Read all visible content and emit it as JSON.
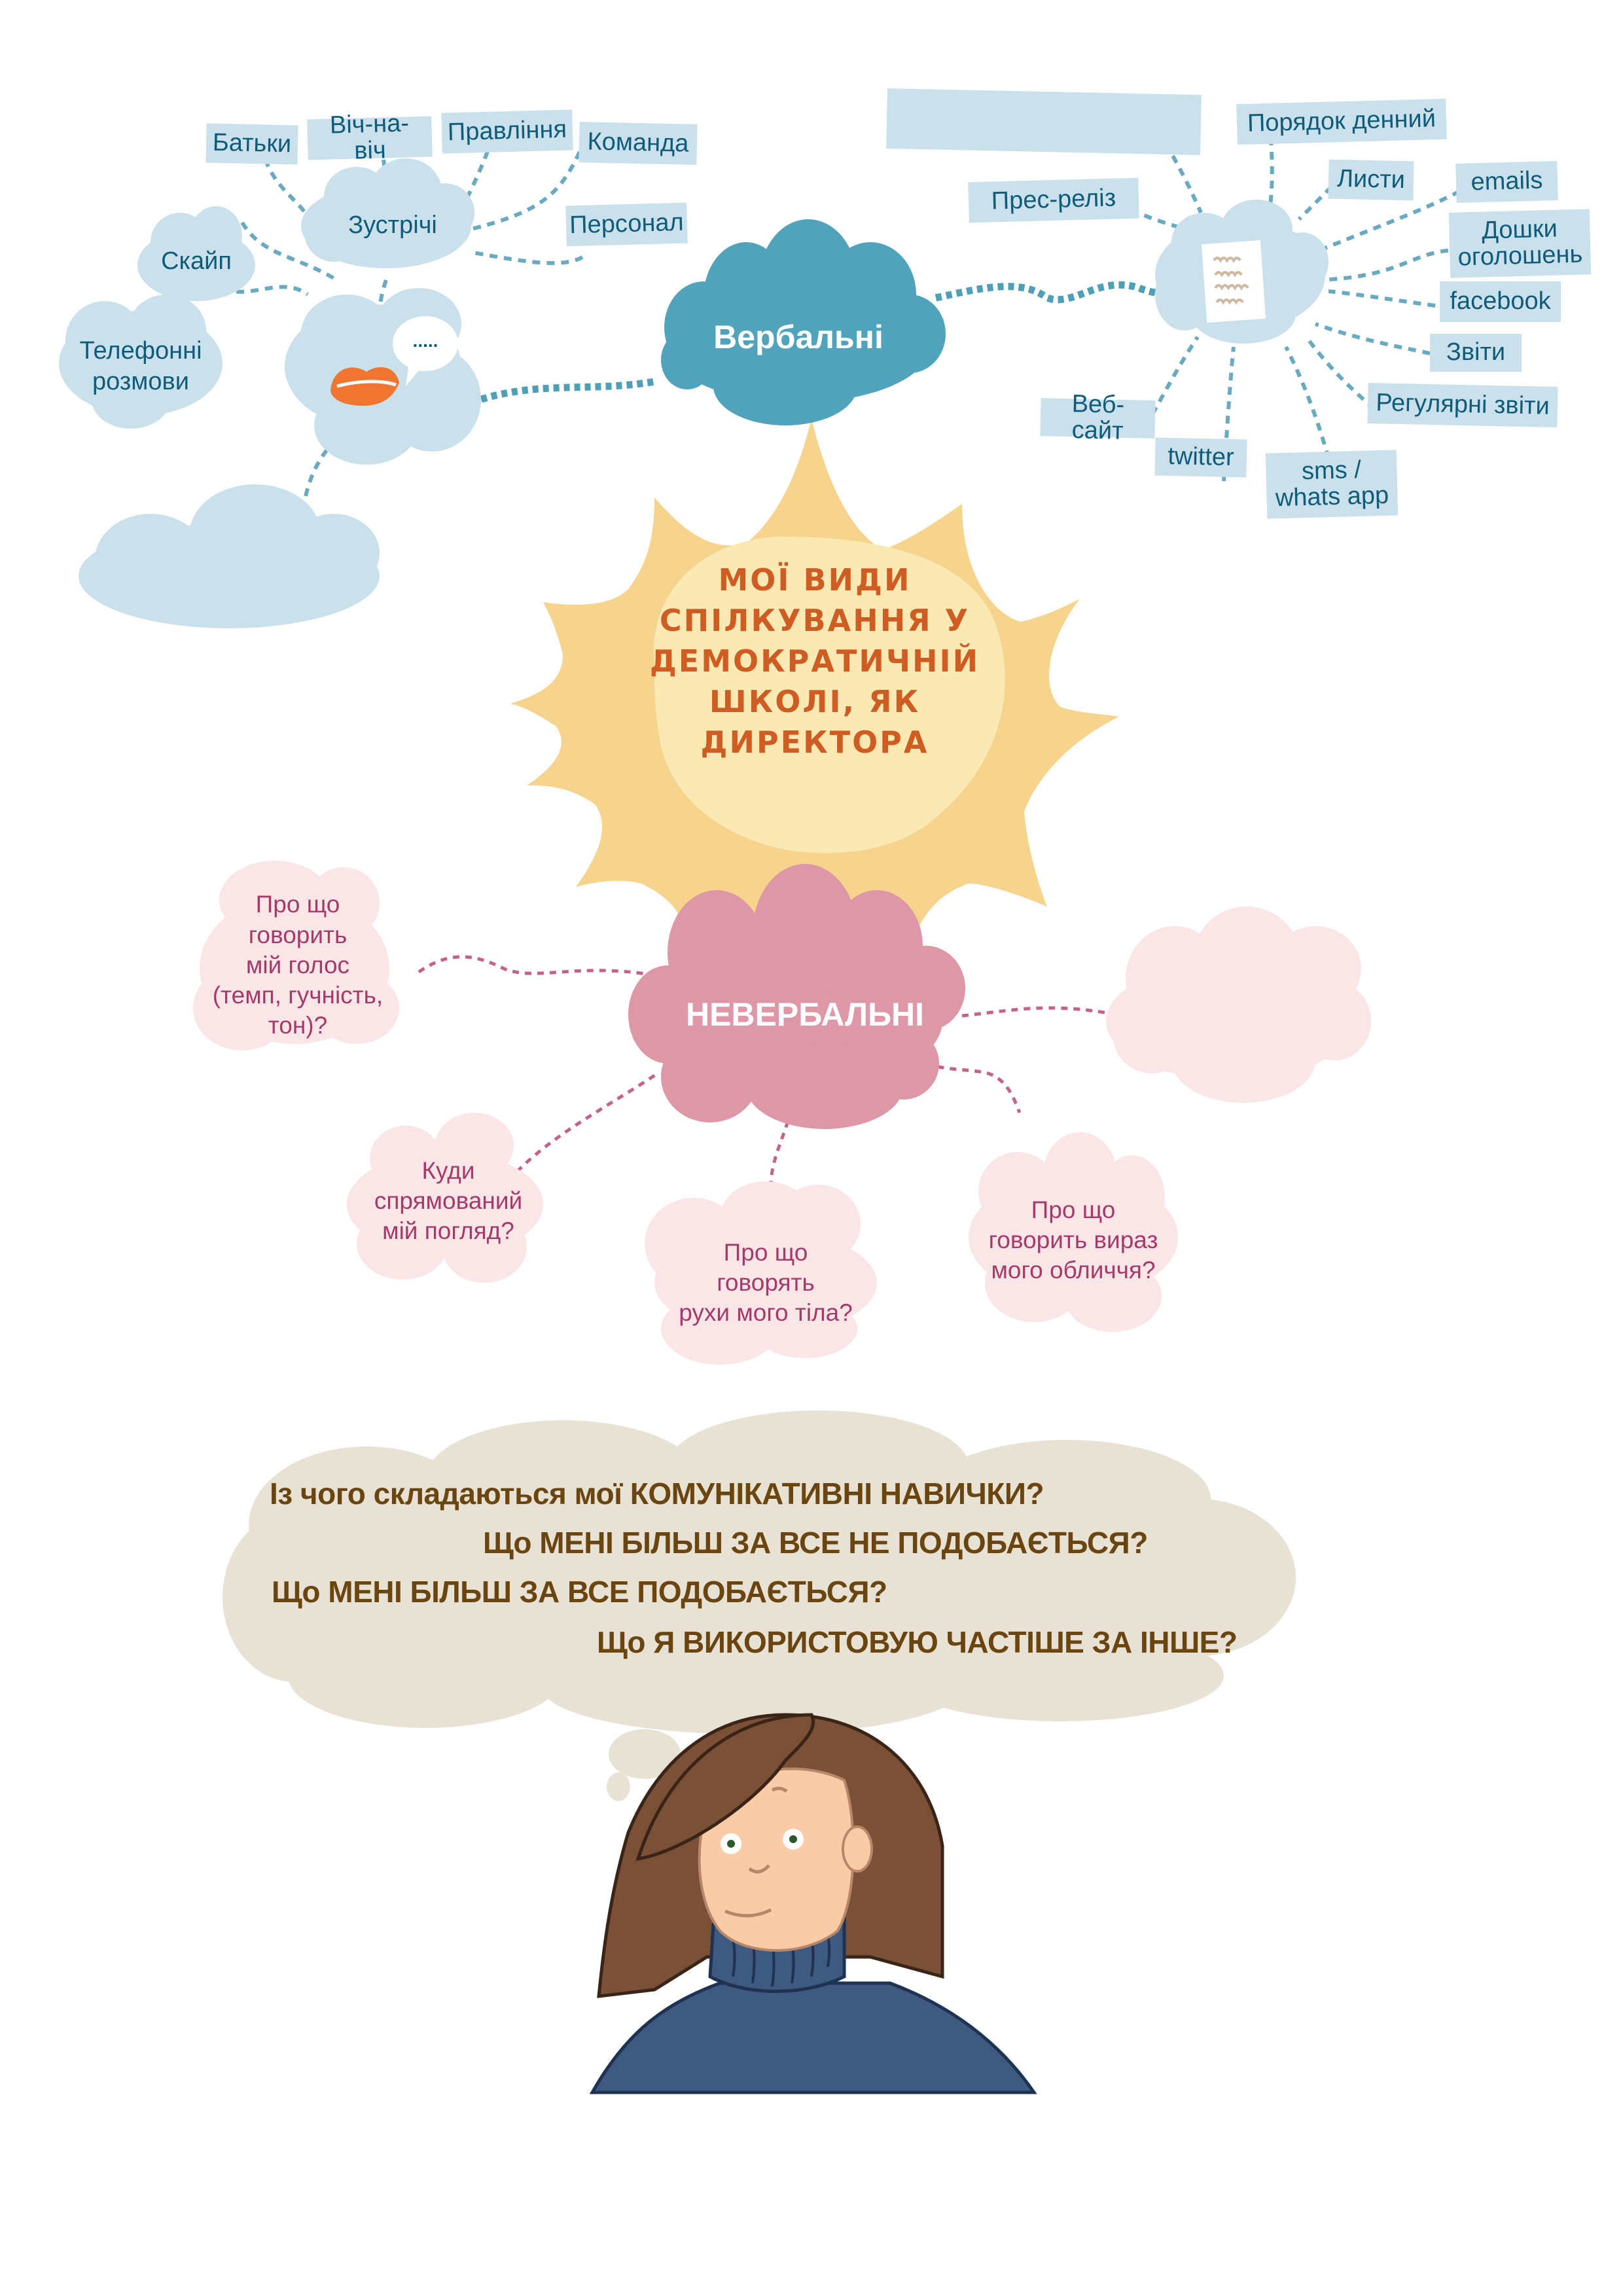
{
  "title": {
    "lines": [
      "МОЇ ВИДИ",
      "СПІЛКУВАННЯ У",
      "ДЕМОКРАТИЧНІЙ",
      "ШКОЛІ, ЯК",
      "ДИРЕКТОРА"
    ]
  },
  "verbal": {
    "label": "Вербальні",
    "oral_group": {
      "icon": "lips-speech-icon",
      "speech_dots": ".....",
      "meetings": {
        "label": "Зустрічі",
        "items": [
          "Батьки",
          "Віч-на-віч",
          "Правління",
          "Команда",
          "Персонал"
        ]
      },
      "skype": "Скайп",
      "phone": [
        "Телефонні",
        "розмови"
      ],
      "empty_cloud": ""
    },
    "written_group": {
      "icon": "document-icon",
      "blank_tag": "",
      "items": {
        "agenda": "Порядок денний",
        "press": "Прес-реліз",
        "letters": "Листи",
        "emails": "emails",
        "boards": [
          "Дошки",
          "оголошень"
        ],
        "facebook": "facebook",
        "reports": "Звіти",
        "regular_reports": "Регулярні звіти",
        "sms": [
          "sms /",
          "whats app"
        ],
        "twitter": "twitter",
        "website": "Веб-сайт"
      }
    }
  },
  "nonverbal": {
    "label": "НЕВЕРБАЛЬНІ",
    "voice": [
      "Про що",
      "говорить",
      "мій голос",
      "(темп, гучність,",
      "тон)?"
    ],
    "gaze": [
      "Куди",
      "спрямований",
      "мій погляд?"
    ],
    "body": [
      "Про що",
      "говорять",
      "рухи мого тіла?"
    ],
    "face": [
      "Про що",
      "говорить вираз",
      "мого обличчя?"
    ],
    "empty_cloud": ""
  },
  "thoughts": {
    "questions": [
      "Із чого складаються мої КОМУНІКАТИВНІ НАВИЧКИ?",
      "Що МЕНІ БІЛЬШ ЗА ВСЕ НЕ ПОДОБАЄТЬСЯ?",
      "Що МЕНІ БІЛЬШ ЗА ВСЕ ПОДОБАЄТЬСЯ?",
      "Що Я ВИКОРИСТОВУЮ ЧАСТІШЕ ЗА ІНШЕ?"
    ]
  },
  "colors": {
    "verbal_hub": "#50a3bb",
    "light_blue": "#cae1ec",
    "blue_text": "#0f5c7a",
    "sun_outer": "#f6d48e",
    "sun_inner": "#fbe9b3",
    "title_text": "#cf5c23",
    "nonverbal_hub": "#dd97a7",
    "light_pink": "#fbe6e7",
    "pink_text": "#a53a6a",
    "thought_cloud": "#e8e2d5",
    "question_text": "#6b4510",
    "lips": "#f07530"
  }
}
